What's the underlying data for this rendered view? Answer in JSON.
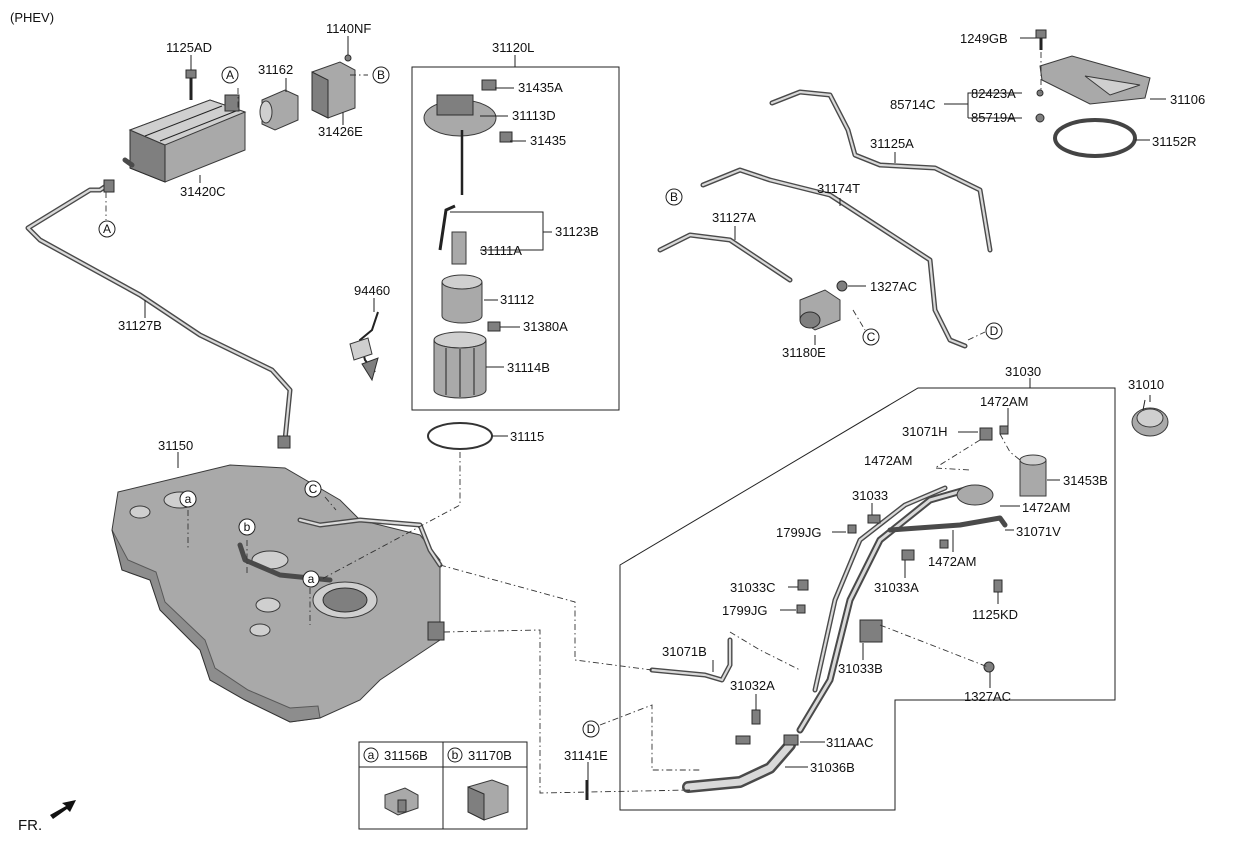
{
  "header": {
    "variant": "(PHEV)"
  },
  "orientation": {
    "label": "FR."
  },
  "labels": {
    "p1125AD": "1125AD",
    "p1140NF": "1140NF",
    "p31162": "31162",
    "p31426E": "31426E",
    "p31420C": "31420C",
    "p31127B": "31127B",
    "p31150": "31150",
    "p94460": "94460",
    "p31120L": "31120L",
    "p31435A": "31435A",
    "p31113D": "31113D",
    "p31435": "31435",
    "p31123B": "31123B",
    "p31111A": "31111A",
    "p31112": "31112",
    "p31380A": "31380A",
    "p31114B": "31114B",
    "p31115": "31115",
    "p31125A": "31125A",
    "p31174T": "31174T",
    "p31127A": "31127A",
    "p1327AC_top": "1327AC",
    "p31180E": "31180E",
    "p1249GB": "1249GB",
    "p85714C": "85714C",
    "p82423A": "82423A",
    "p85719A": "85719A",
    "p31106": "31106",
    "p31152R": "31152R",
    "p31030": "31030",
    "p31010": "31010",
    "p1472AM_a": "1472AM",
    "p31071H": "31071H",
    "p1472AM_b": "1472AM",
    "p31453B": "31453B",
    "p31033": "31033",
    "p1472AM_c": "1472AM",
    "p1799JG_a": "1799JG",
    "p31071V": "31071V",
    "p1472AM_d": "1472AM",
    "p31033C": "31033C",
    "p31033A": "31033A",
    "p1799JG_b": "1799JG",
    "p1125KD": "1125KD",
    "p31071B": "31071B",
    "p31033B": "31033B",
    "p1327AC_bot": "1327AC",
    "p31032A": "31032A",
    "p311AAC": "311AAC",
    "p31036B": "31036B",
    "p31141E": "31141E"
  },
  "callouts": {
    "A_top": "A",
    "A_left": "A",
    "B_top": "B",
    "B_mid": "B",
    "C_left": "C",
    "C_mid": "C",
    "D_mid": "D",
    "D_bot": "D",
    "a_1": "a",
    "a_2": "a",
    "b_1": "b"
  },
  "legend": {
    "items": [
      {
        "letter": "a",
        "part": "31156B"
      },
      {
        "letter": "b",
        "part": "31170B"
      }
    ]
  }
}
